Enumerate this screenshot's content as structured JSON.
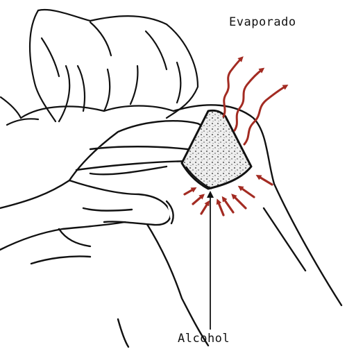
{
  "labels": {
    "evaporado": "Evaporado",
    "alcohol": "Alcohol"
  },
  "colors": {
    "arrow": "#a32b22",
    "line": "#111111",
    "pad_fill": "#e9e9e9",
    "background": "#ffffff"
  },
  "elements": {
    "arm": "arm-illustration",
    "hand": "hand-illustration",
    "swab": "alcohol-swab",
    "evaporation_arrows": "wavy-arrows-outward",
    "inward_arrows": "straight-arrows-inward"
  }
}
